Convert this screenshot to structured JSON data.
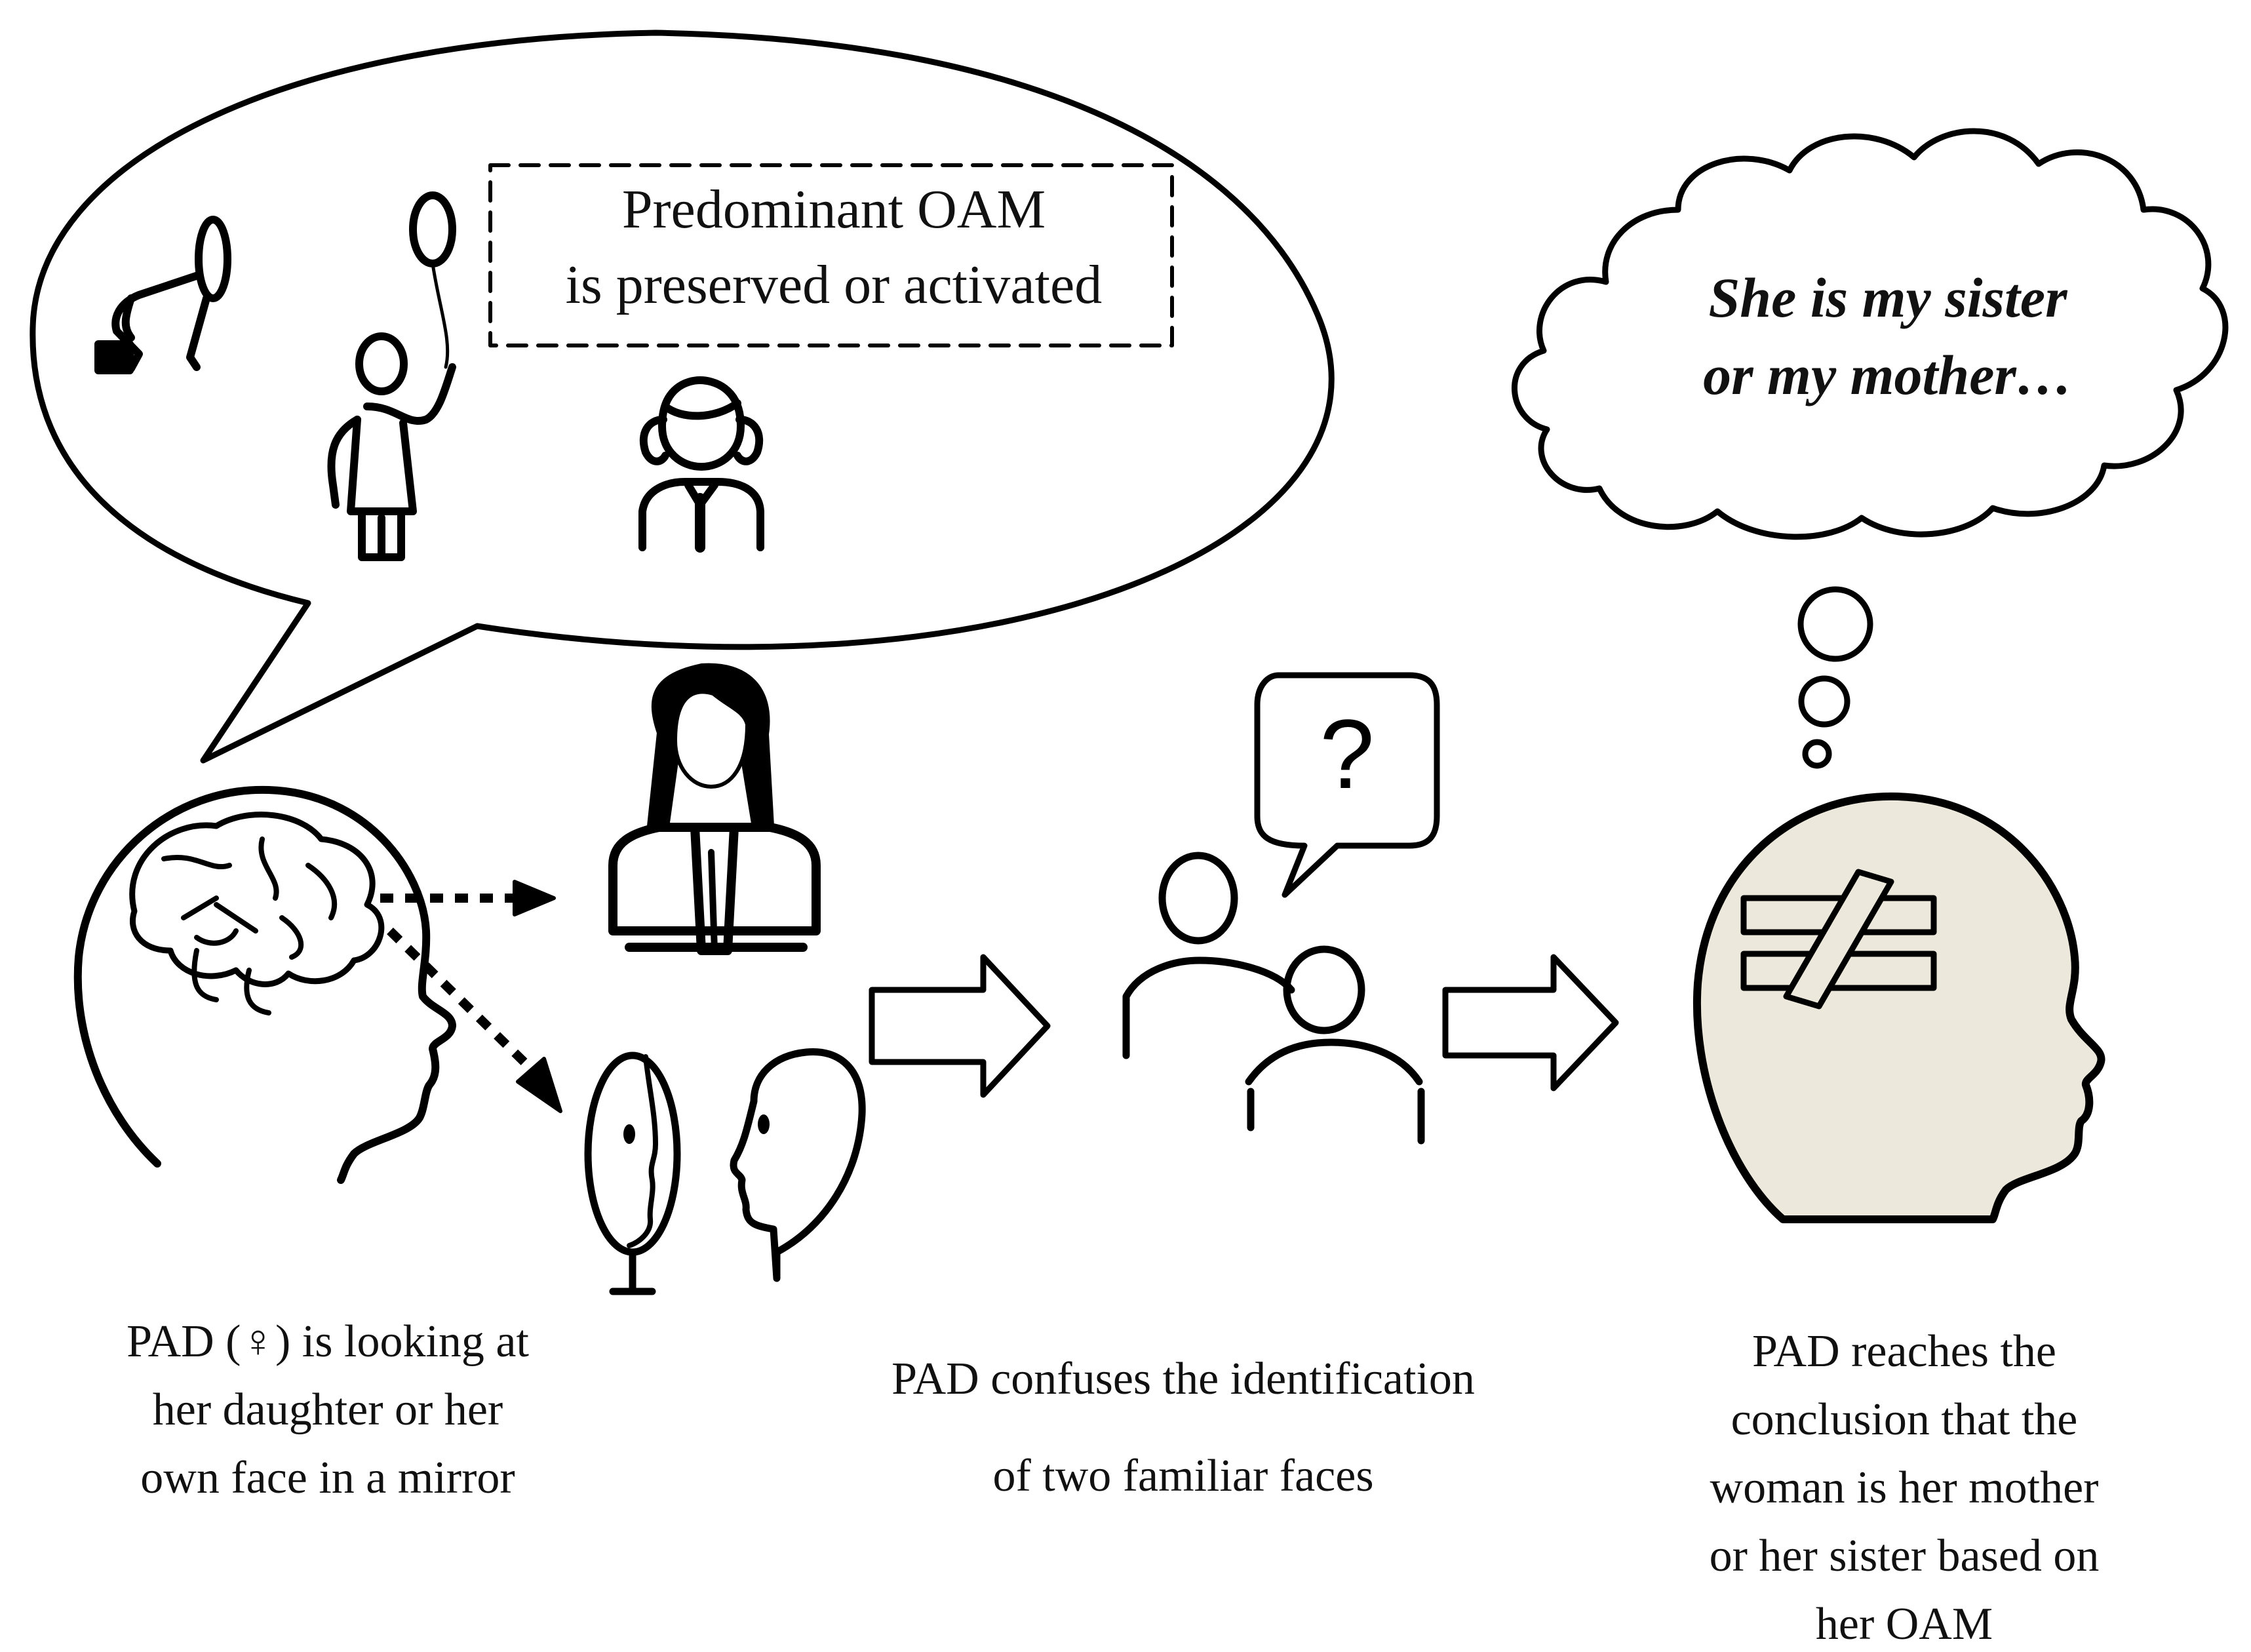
{
  "speech_bubble": {
    "box_line1": "Predominant OAM",
    "box_line2": "is preserved or activated"
  },
  "thought_cloud": {
    "line1": "She is my sister",
    "line2": "or my mother…"
  },
  "question_mark": "?",
  "captions": {
    "left": [
      "PAD (♀) is looking at",
      "her daughter or her",
      "own face in a mirror"
    ],
    "middle": [
      "PAD confuses the identification",
      "of two familiar faces"
    ],
    "right": [
      "PAD reaches the",
      "conclusion that the",
      "woman is her mother",
      "or her sister based on",
      "her OAM"
    ]
  },
  "colors": {
    "line": "#000000",
    "head_fill": "#ece8dc",
    "background": "#ffffff"
  },
  "icons": [
    "baby-crawling-icon",
    "child-with-balloon-icon",
    "young-girl-icon",
    "adult-woman-icon",
    "brain-head-icon",
    "mirror-icon",
    "profile-head-icon",
    "two-people-icon",
    "not-equal-icon"
  ]
}
